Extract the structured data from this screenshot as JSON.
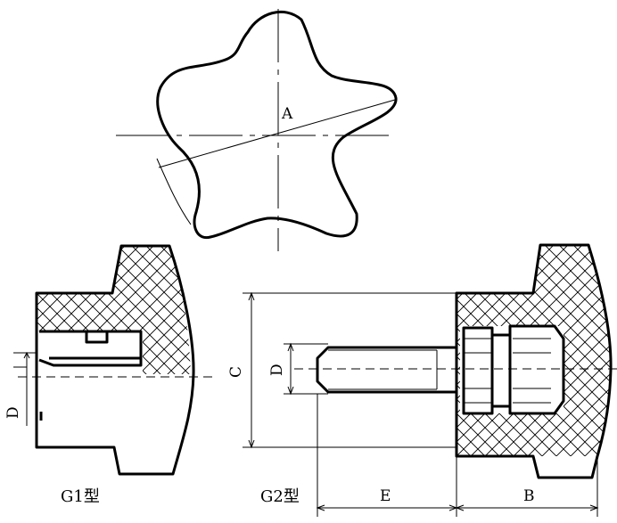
{
  "labels": {
    "a": "A",
    "c": "C",
    "d_right": "D",
    "d_left": "D",
    "e": "E",
    "b": "B"
  },
  "captions": {
    "g1": "G1型",
    "g2": "G2型"
  }
}
